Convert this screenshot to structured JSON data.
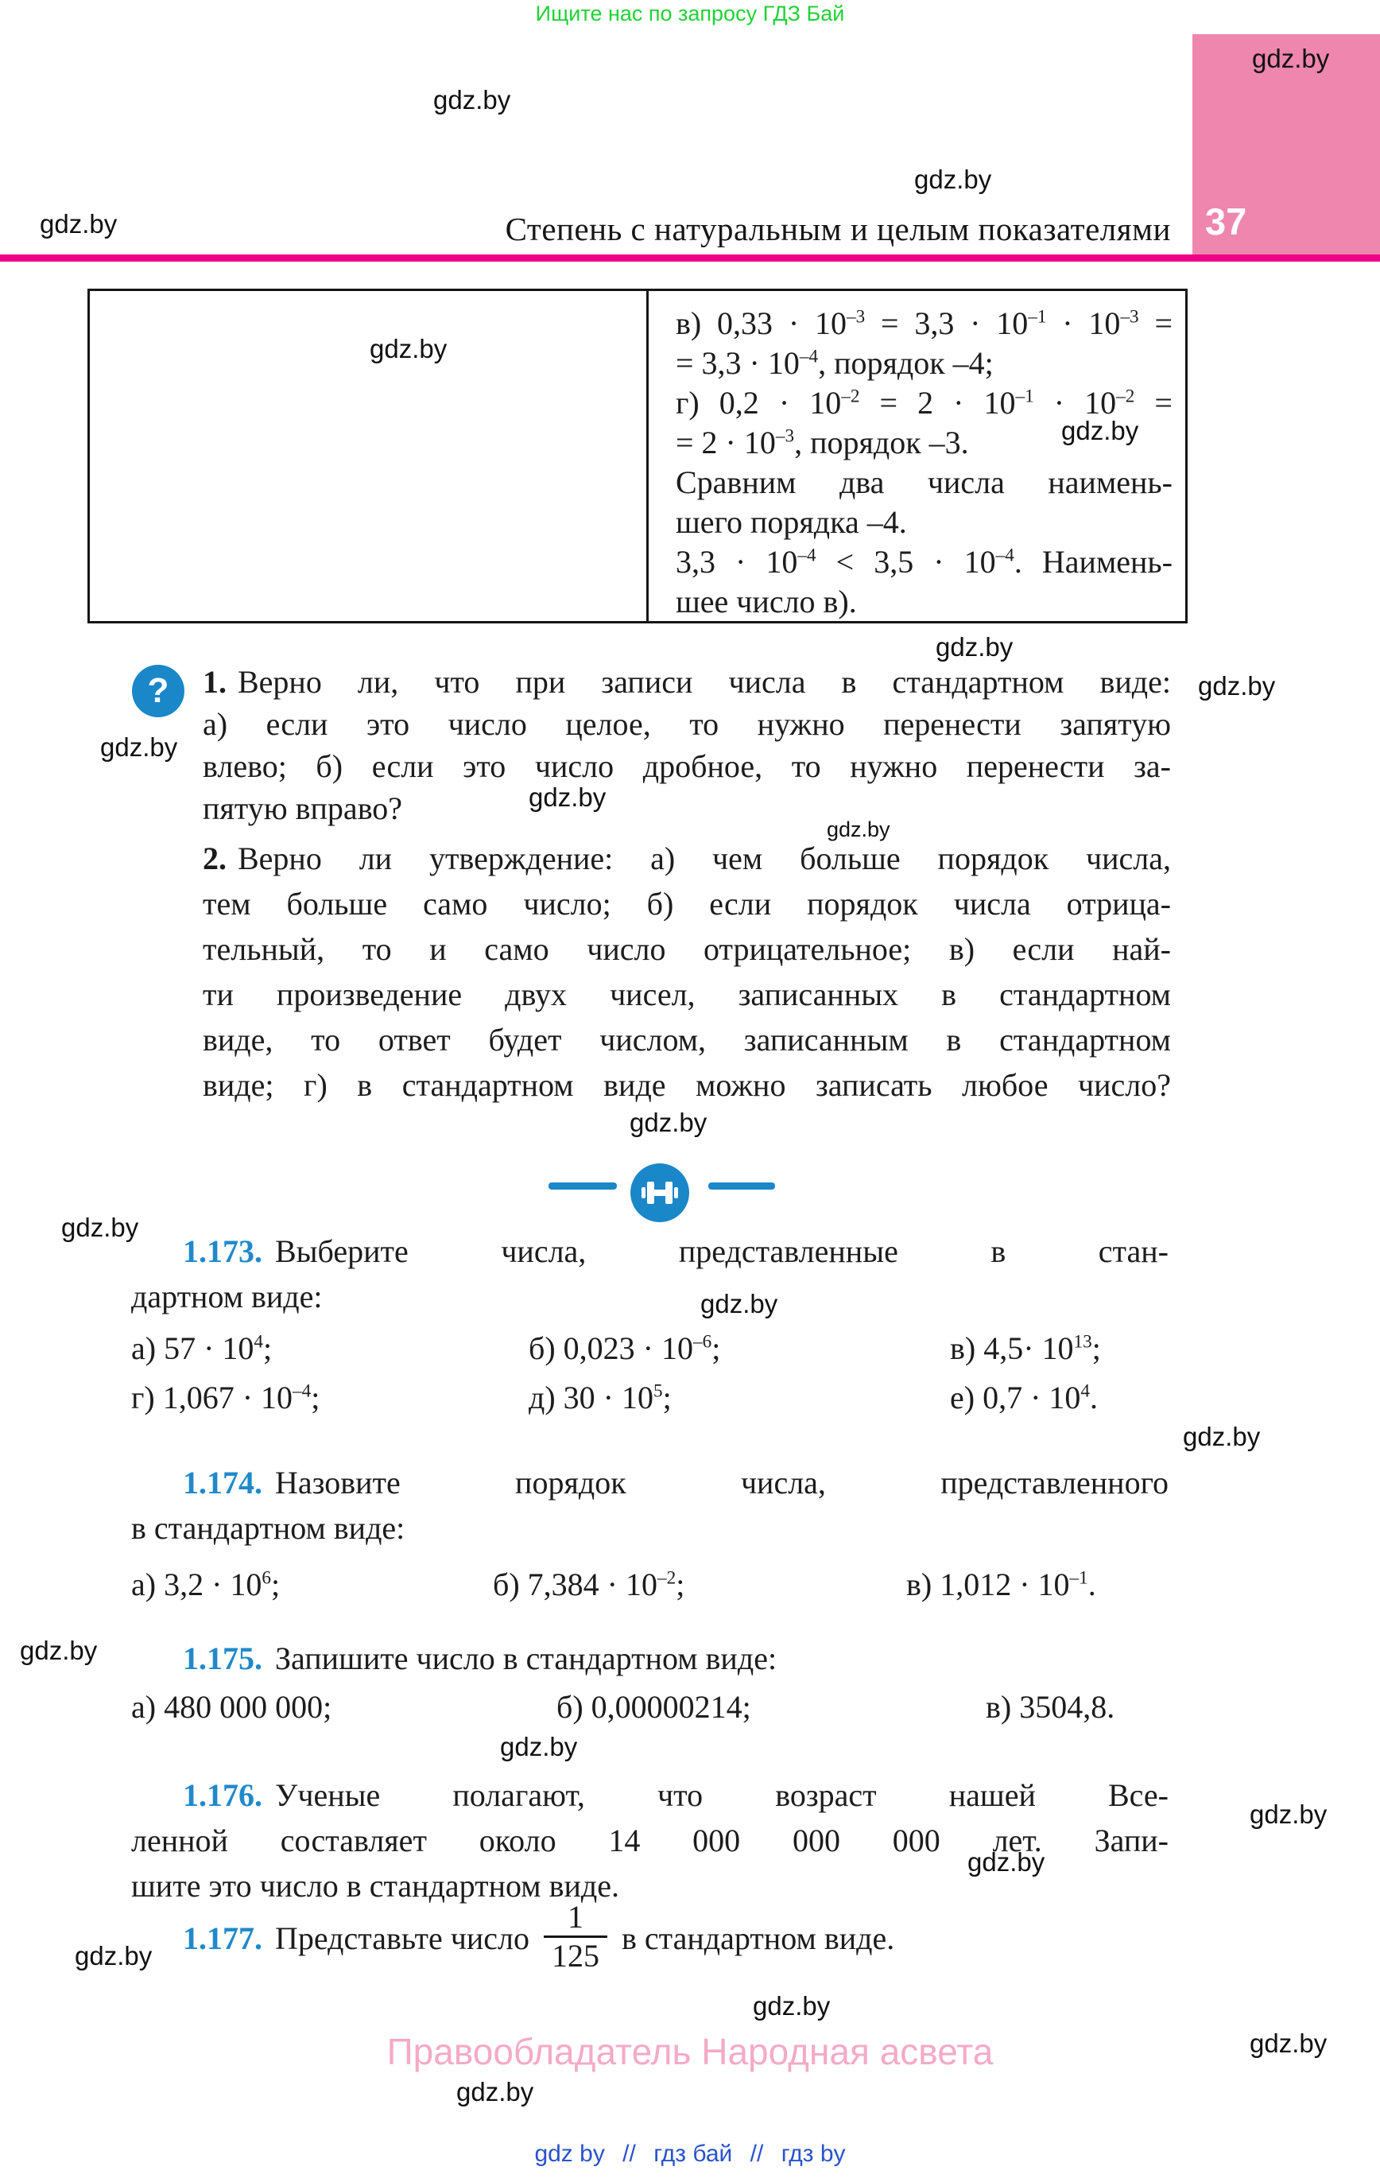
{
  "watermark": {
    "text": "gdz.by"
  },
  "header": {
    "promo": "Ищите нас по запросу ГДЗ Бай",
    "title": "Степень с натуральным и целым показателями",
    "page_number": "37"
  },
  "colors": {
    "accent_blue": "#1a87c9",
    "exercise_number_blue": "#2089ca",
    "page_tab_pink": "#ee86ae",
    "header_rule_magenta": "#ec0087",
    "copyright_pink": "#f4aac7",
    "footer_link_blue": "#2a52cc",
    "promo_green": "#1fd235"
  },
  "icons": {
    "question_mark": "?"
  },
  "example_box": {
    "right_lines": [
      "в) 0,33 · 10^{–3} = 3,3 · 10^{–1} · 10^{–3} =",
      "= 3,3 · 10^{–4}, порядок –4;",
      "г) 0,2 · 10^{–2} = 2 · 10^{–1} · 10^{–2} =",
      "= 2 · 10^{–3}, порядок –3.",
      "Сравним два числа наимень-",
      "шего порядка –4.",
      "3,3 · 10^{–4} < 3,5 · 10^{–4}. Наимень-",
      "шее число в)."
    ]
  },
  "questions": {
    "q1": {
      "num": "1.",
      "lines": [
        "Верно ли, что при записи числа в стандартном виде:",
        "а) если это число целое, то нужно перенести запятую",
        "влево; б) если это число дробное, то нужно перенести за-",
        "пятую вправо?"
      ]
    },
    "q2": {
      "num": "2.",
      "lines": [
        "Верно ли утверждение: а) чем больше порядок числа,",
        "тем больше само число; б) если порядок числа отрица-",
        "тельный, то и само число отрицательное; в) если най-",
        "ти произведение двух чисел, записанных в стандартном",
        "виде, то ответ будет числом, записанным в стандартном",
        "виде; г) в стандартном виде можно записать любое число?"
      ]
    }
  },
  "exercises": [
    {
      "num": "1.173.",
      "lines": [
        "Выберите числа, представленные в стан-",
        "дартном виде:"
      ],
      "rows": [
        [
          "а) 57 · 10^{4};",
          "б) 0,023 · 10^{–6};",
          "в) 4,5· 10^{13};"
        ],
        [
          "г) 1,067 · 10^{–4};",
          "д) 30 · 10^{5};",
          "е) 0,7 · 10^{4}."
        ]
      ]
    },
    {
      "num": "1.174.",
      "lines": [
        "Назовите порядок числа, представленного",
        "в стандартном виде:"
      ],
      "rows": [
        [
          "а) 3,2 · 10^{6};",
          "б) 7,384 · 10^{–2};",
          "в) 1,012 · 10^{–1}."
        ]
      ]
    },
    {
      "num": "1.175.",
      "lines": [
        "Запишите число в стандартном виде:"
      ],
      "rows": [
        [
          "а) 480 000 000;",
          "б) 0,00000214;",
          "в) 3504,8."
        ]
      ]
    },
    {
      "num": "1.176.",
      "lines": [
        "Ученые полагают, что возраст нашей Все-",
        "ленной составляет около 14 000 000 000 лет. Запи-",
        "шите это число в стандартном виде."
      ]
    },
    {
      "num": "1.177.",
      "text_before": "Представьте число",
      "fraction": {
        "num": "1",
        "den": "125"
      },
      "text_after": "в стандартном виде."
    }
  ],
  "footer": {
    "copyright": "Правообладатель Народная асвета",
    "separator": "//",
    "links": [
      "gdz by",
      "гдз бай",
      "гдз by"
    ]
  }
}
